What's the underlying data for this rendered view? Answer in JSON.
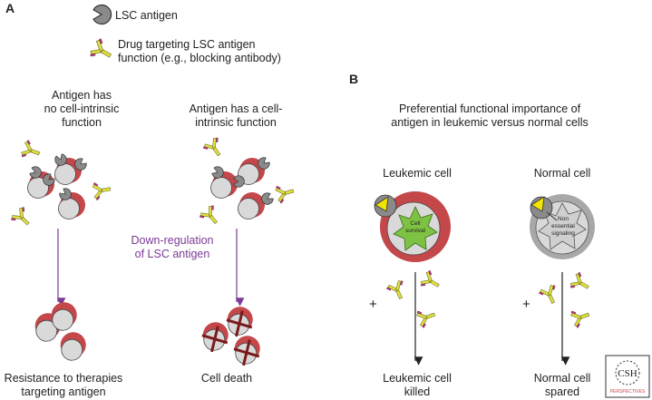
{
  "panel_a": {
    "label": "A",
    "legend": {
      "antigen_label": "LSC antigen",
      "drug_label_line1": "Drug targeting LSC antigen",
      "drug_label_line2": "function (e.g., blocking antibody)"
    },
    "left_column": {
      "title_line1": "Antigen has",
      "title_line2": "no cell-intrinsic",
      "title_line3": "function",
      "outcome_line1": "Resistance to therapies",
      "outcome_line2": "targeting antigen"
    },
    "right_column": {
      "title_line1": "Antigen has a cell-",
      "title_line2": "intrinsic function",
      "outcome": "Cell death"
    },
    "middle_note_line1": "Down-regulation",
    "middle_note_line2": "of LSC antigen"
  },
  "panel_b": {
    "label": "B",
    "title_line1": "Preferential functional importance of",
    "title_line2": "antigen in leukemic versus normal cells",
    "leukemic": {
      "label": "Leukemic cell",
      "inner_line1": "Cell",
      "inner_line2": "survival",
      "plus": "+",
      "outcome_line1": "Leukemic cell",
      "outcome_line2": "killed"
    },
    "normal": {
      "label": "Normal cell",
      "inner_line1": "Non",
      "inner_line2": "essential",
      "inner_line3": "signaling",
      "plus": "+",
      "outcome_line1": "Normal cell",
      "outcome_line2": "spared"
    }
  },
  "logo": {
    "line1": "CSH",
    "line2": "PERSPECTIVES"
  },
  "colors": {
    "cell_red": "#c4474a",
    "nucleus_gray": "#d9d9d9",
    "antigen_gray": "#8a8a8a",
    "antibody_yellow": "#e2e23c",
    "antibody_tip": "#c43a8c",
    "arrow_purple": "#7b3a96",
    "survival_green": "#7dc243",
    "cross_darkred": "#7a1b1b"
  }
}
